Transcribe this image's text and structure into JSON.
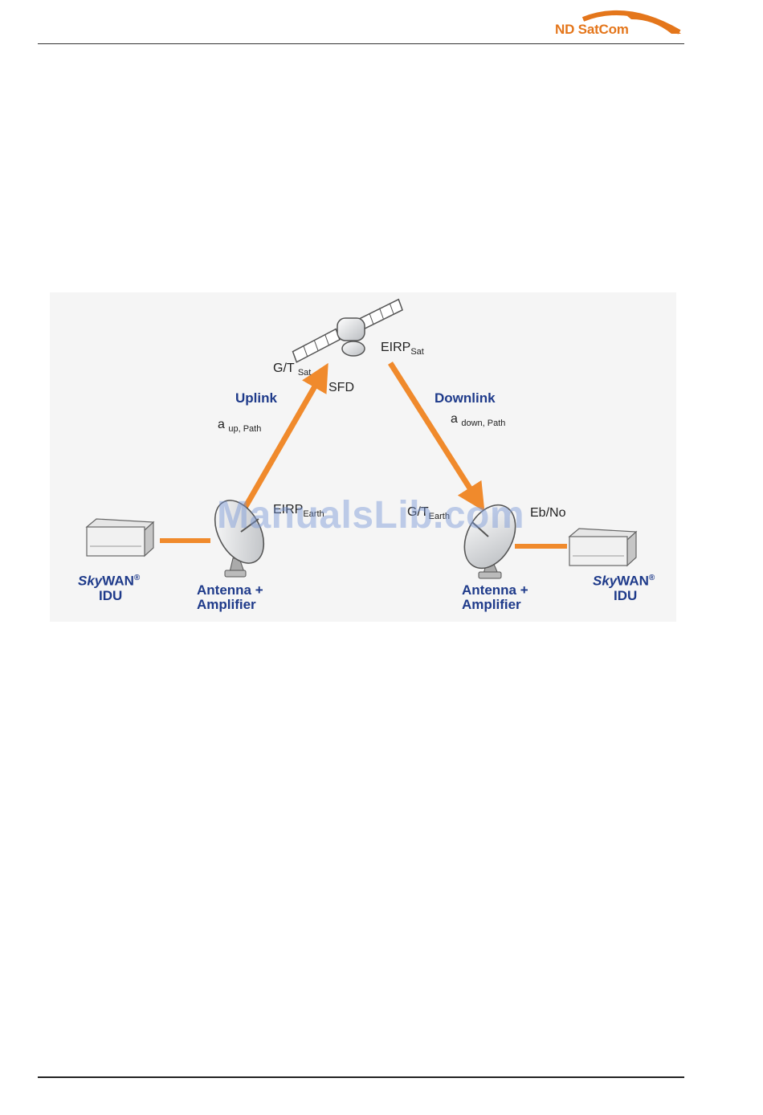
{
  "header": {
    "logo_text": "ND SatCom",
    "brand_color": "#e4761b"
  },
  "diagram": {
    "link_color": "#f08a2c",
    "text_color": "#1e3a8a",
    "satellite": {
      "gt_main": "G/T",
      "gt_sub": "Sat",
      "eirp_main": "EIRP",
      "eirp_sub": "Sat",
      "sfd": "SFD"
    },
    "uplink": {
      "title": "Uplink",
      "atten_main": "a",
      "atten_sub": "up, Path"
    },
    "downlink": {
      "title": "Downlink",
      "atten_main": "a",
      "atten_sub": "down, Path"
    },
    "tx_station": {
      "eirp_main": "EIRP",
      "eirp_sub": "Earth",
      "antenna_line1": "Antenna +",
      "antenna_line2": "Amplifier",
      "idu_brand_italic": "Sky",
      "idu_brand_rest": "WAN",
      "idu_reg": "®",
      "idu_label": "IDU"
    },
    "rx_station": {
      "gt_main": "G/T",
      "gt_sub": "Earth",
      "ebno": "Eb/No",
      "antenna_line1": "Antenna +",
      "antenna_line2": "Amplifier",
      "idu_brand_italic": "Sky",
      "idu_brand_rest": "WAN",
      "idu_reg": "®",
      "idu_label": "IDU"
    }
  },
  "watermark": "ManualsLib.com"
}
